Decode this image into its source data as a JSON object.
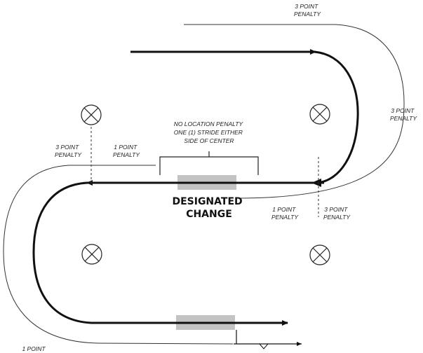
{
  "diagram": {
    "labels": {
      "top_right_penalty": [
        "3 POINT",
        "PENALTY"
      ],
      "right_side_penalty": [
        "3 POINT",
        "PENALTY"
      ],
      "upper_left_3pt": [
        "3 POINT",
        "PENALTY"
      ],
      "upper_left_1pt": [
        "1 POINT",
        "PENALTY"
      ],
      "center_no_penalty": [
        "NO LOCATION PENALTY",
        "ONE (1) STRIDE EITHER",
        "SIDE OF CENTER"
      ],
      "mid_right_1pt": [
        "1 POINT",
        "PENALTY"
      ],
      "mid_right_3pt": [
        "3 POINT",
        "PENALTY"
      ],
      "bottom_left_penalty": [
        "1 POINT"
      ],
      "designated_change": [
        "DESIGNATED",
        "CHANGE"
      ]
    },
    "colors": {
      "path": "#111111",
      "penalty_line": "#333333",
      "change_zone": "#c3c3c3",
      "marker": "#222222"
    },
    "markers": [
      "x-circle-marker",
      "x-circle-marker",
      "x-circle-marker",
      "x-circle-marker"
    ]
  }
}
